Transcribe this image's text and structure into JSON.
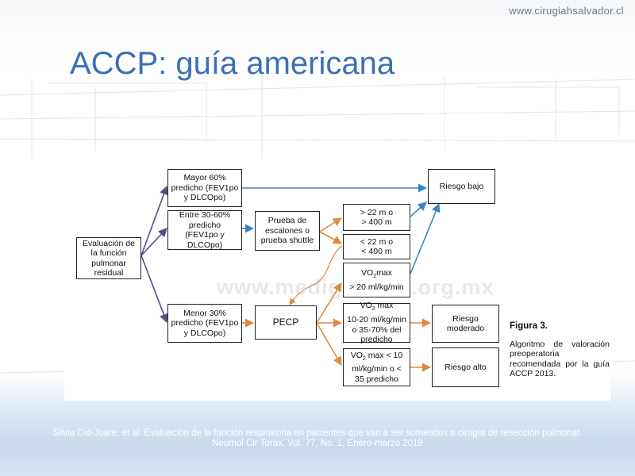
{
  "header": {
    "site_url": "www.cirugiahsalvador.cl",
    "title": "ACCP: guía americana"
  },
  "figure": {
    "watermark": "www.medigraphic.org.mx",
    "boxes": {
      "evaluacion": "Evaluación de\nla función\npulmonar\nresidual",
      "mayor60": "Mayor 60%\npredicho (FEV1po\ny DLCOpo)",
      "entre30_60": "Entre 30-60%\npredicho\n(FEV1po y\nDLCOpo)",
      "menor30": "Menor 30%\npredicho (FEV1po\ny DLCOpo)",
      "prueba": "Prueba de\nescalones o\nprueba shuttle",
      "mayor22": "> 22 m o\n> 400 m",
      "menor22": "< 22 m o\n< 400 m",
      "vo2_gt20_line1": "VO",
      "vo2_gt20_sub": "2",
      "vo2_gt20_line1_rest": "max",
      "vo2_gt20_line2": "> 20 ml/kg/min",
      "pecp": "PECP",
      "vo2_mid_line1": "VO",
      "vo2_mid_sub": "2",
      "vo2_mid_line1_rest": " max",
      "vo2_mid_rest": "10-20 ml/kg/min\no 35-70% del\npredicho",
      "vo2_low_line1": "VO",
      "vo2_low_sub": "2",
      "vo2_low_line1_rest": " max < 10",
      "vo2_low_rest": "ml/kg/min o <\n35 predicho",
      "riesgo_bajo": "Riesgo bajo",
      "riesgo_moderado": "Riesgo\nmoderado",
      "riesgo_alto": "Riesgo alto"
    },
    "caption": {
      "title": "Figura 3.",
      "body": "Algoritmo de valoración preoperatoria recomendada por la guía ACCP 2013."
    },
    "colors": {
      "blue_arrow": "#3b84c4",
      "orange_arrow": "#e08a3c",
      "purple_arrow": "#5a4a8a"
    }
  },
  "citation": {
    "line1": "Silvia Cid-Juáre, et al. Evaluación de la función respiratoria en pacientes que van a ser sometidos a cirugía de resección pulmonar.",
    "line2": "Neumol Cir Torax, Vol. 77, No. 1, Enero-marzo 2018"
  }
}
